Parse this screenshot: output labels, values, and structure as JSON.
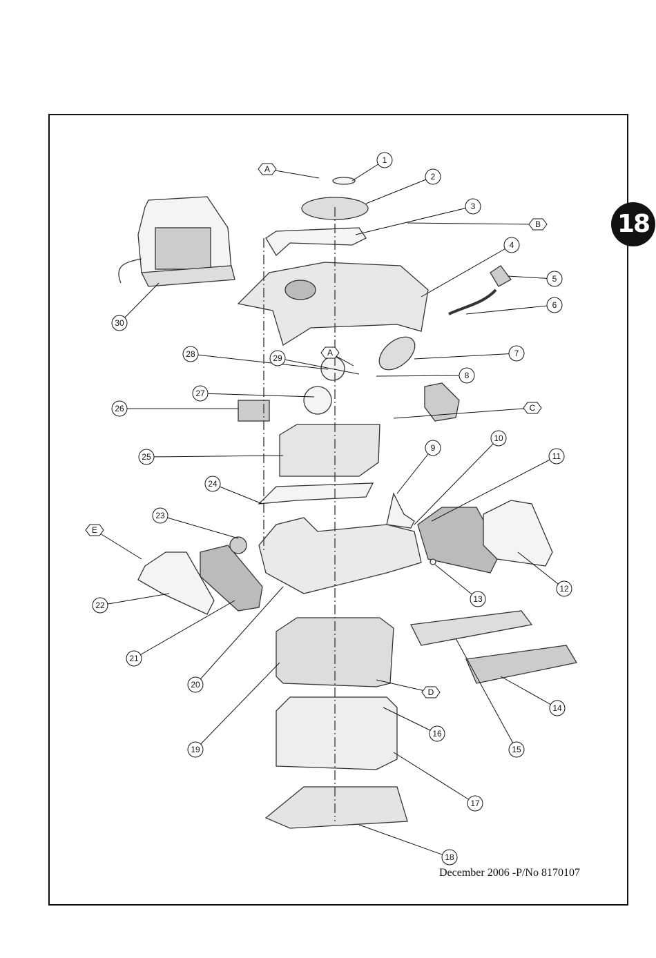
{
  "page_number": "18",
  "footer": "December 2006 -P/No 8170107",
  "callouts": [
    {
      "label": "1"
    },
    {
      "label": "2"
    },
    {
      "label": "3"
    },
    {
      "label": "B"
    },
    {
      "label": "4"
    },
    {
      "label": "5"
    },
    {
      "label": "6"
    },
    {
      "label": "7"
    },
    {
      "label": "8"
    },
    {
      "label": "A"
    },
    {
      "label": "A"
    },
    {
      "label": "29"
    },
    {
      "label": "28"
    },
    {
      "label": "27"
    },
    {
      "label": "26"
    },
    {
      "label": "C"
    },
    {
      "label": "25"
    },
    {
      "label": "10"
    },
    {
      "label": "9"
    },
    {
      "label": "11"
    },
    {
      "label": "24"
    },
    {
      "label": "23"
    },
    {
      "label": "E"
    },
    {
      "label": "12"
    },
    {
      "label": "13"
    },
    {
      "label": "22"
    },
    {
      "label": "21"
    },
    {
      "label": "20"
    },
    {
      "label": "D"
    },
    {
      "label": "14"
    },
    {
      "label": "16"
    },
    {
      "label": "19"
    },
    {
      "label": "15"
    },
    {
      "label": "17"
    },
    {
      "label": "18"
    },
    {
      "label": "30"
    }
  ]
}
